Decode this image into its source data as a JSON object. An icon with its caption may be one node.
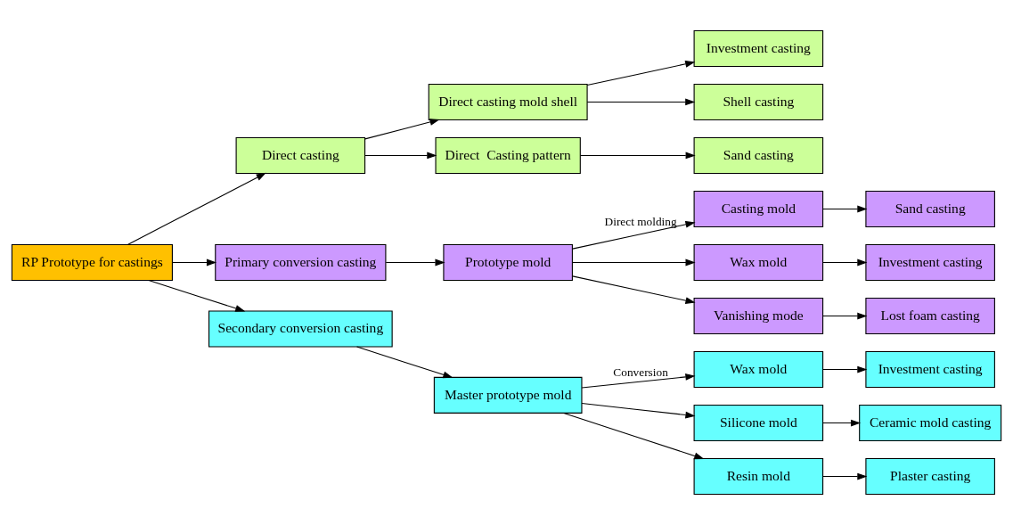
{
  "diagram": {
    "nodes": [
      {
        "text": [
          "RP Prototype for castings"
        ]
      },
      {
        "text": [
          "Direct casting"
        ]
      },
      {
        "text": [
          "Direct casting mold shell"
        ]
      },
      {
        "text": [
          "Direct  Casting pattern"
        ]
      },
      {
        "text": [
          "Investment casting"
        ]
      },
      {
        "text": [
          "Shell casting"
        ]
      },
      {
        "text": [
          "Sand casting"
        ]
      },
      {
        "text": [
          "Primary conversion casting"
        ]
      },
      {
        "text": [
          "Prototype mold"
        ]
      },
      {
        "text": [
          "Casting mold"
        ]
      },
      {
        "text": [
          "Wax mold"
        ]
      },
      {
        "text": [
          "Vanishing mode"
        ]
      },
      {
        "text": [
          "Sand casting"
        ]
      },
      {
        "text": [
          "Investment casting"
        ]
      },
      {
        "text": [
          "Lost foam casting"
        ]
      },
      {
        "text": [
          "Secondary conversion casting"
        ]
      },
      {
        "text": [
          "Master prototype mold"
        ]
      },
      {
        "text": [
          "Wax mold"
        ]
      },
      {
        "text": [
          "Silicone mold"
        ]
      },
      {
        "text": [
          "Resin mold"
        ]
      },
      {
        "text": [
          "Investment casting"
        ]
      },
      {
        "text": [
          "Ceramic mold casting"
        ]
      },
      {
        "text": [
          "Plaster casting"
        ]
      }
    ],
    "edges": [
      {
        "from": 0,
        "to": 1,
        "arrow": "to"
      },
      {
        "from": 0,
        "to": 7,
        "arrow": "to"
      },
      {
        "from": 0,
        "to": 15,
        "arrow": "to"
      },
      {
        "from": 1,
        "to": 2,
        "arrow": "to"
      },
      {
        "from": 1,
        "to": 3,
        "arrow": "to"
      },
      {
        "from": 2,
        "to": 4,
        "arrow": "to"
      },
      {
        "from": 2,
        "to": 5,
        "arrow": "to"
      },
      {
        "from": 3,
        "to": 6,
        "arrow": "to"
      },
      {
        "from": 7,
        "to": 8,
        "arrow": "to"
      },
      {
        "from": 8,
        "to": 9,
        "arrow": "to",
        "label": "Direct molding"
      },
      {
        "from": 8,
        "to": 10,
        "arrow": "to"
      },
      {
        "from": 8,
        "to": 11,
        "arrow": "to"
      },
      {
        "from": 9,
        "to": 12,
        "arrow": "to"
      },
      {
        "from": 10,
        "to": 13,
        "arrow": "to"
      },
      {
        "from": 11,
        "to": 14,
        "arrow": "to"
      },
      {
        "from": 15,
        "to": 16,
        "arrow": "to"
      },
      {
        "from": 16,
        "to": 17,
        "arrow": "to",
        "label": "Conversion"
      },
      {
        "from": 16,
        "to": 18,
        "arrow": "to"
      },
      {
        "from": 16,
        "to": 19,
        "arrow": "to"
      },
      {
        "from": 17,
        "to": 20,
        "arrow": "to"
      },
      {
        "from": 18,
        "to": 21,
        "arrow": "to"
      },
      {
        "from": 19,
        "to": 22,
        "arrow": "to"
      }
    ]
  }
}
